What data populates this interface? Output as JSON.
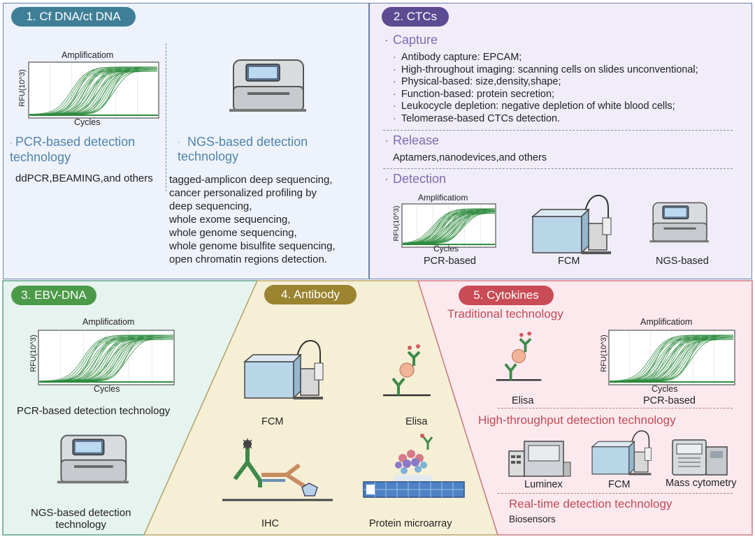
{
  "panel1": {
    "badge": "1. Cf DNA/ct DNA",
    "chart_title": "Amplificatiom",
    "chart_ylabel": "RFU(10^3)",
    "chart_xlabel": "Cycles",
    "pcr_heading": "PCR-based detection technology",
    "pcr_body": "ddPCR,BEAMING,and others",
    "ngs_heading": "NGS-based detection technology",
    "ngs_lines": [
      "tagged-amplicon deep sequencing,",
      "cancer personalized profiling by",
      "deep sequencing,",
      "whole exome sequencing,",
      "whole genome sequencing,",
      "whole genome bisulfite sequencing,",
      "open chromatin regions detection."
    ]
  },
  "panel2": {
    "badge": "2. CTCs",
    "capture_heading": "Capture",
    "capture_items": [
      "Antibody capture: EPCAM;",
      "High-throughout imaging: scanning cells on slides unconventional;",
      "Physical-based: size,density,shape;",
      "Function-based: protein secretion;",
      "Leukocycle depletion: negative depletion of white blood cells;",
      "Telomerase-based CTCs detection."
    ],
    "release_heading": "Release",
    "release_body": "Aptamers,nanodevices,and others",
    "detection_heading": "Detection",
    "chart_title": "Amplificatiom",
    "chart_ylabel": "RFU(10^3)",
    "chart_xlabel": "Cycles",
    "labels": [
      "PCR-based",
      "FCM",
      "NGS-based"
    ]
  },
  "panel3": {
    "badge": "3. EBV-DNA",
    "chart_title": "Amplificatiom",
    "chart_ylabel": "RFU(10^3)",
    "chart_xlabel": "Cycles",
    "pcr_label": "PCR-based detection technology",
    "ngs_label_1": "NGS-based detection",
    "ngs_label_2": "technology"
  },
  "panel4": {
    "badge": "4. Antibody",
    "labels": [
      "FCM",
      "Elisa",
      "IHC",
      "Protein microarray"
    ]
  },
  "panel5": {
    "badge": "5. Cytokines",
    "traditional_heading": "Traditional technology",
    "elisa_label": "Elisa",
    "chart_title": "Amplificatiom",
    "chart_ylabel": "RFU(10^3)",
    "chart_xlabel": "Cycles",
    "pcr_label": "PCR-based",
    "high_heading": "High-throughput detection technology",
    "high_labels": [
      "Luminex",
      "FCM",
      "Mass cytometry"
    ],
    "realtime_heading": "Real-time detection technology",
    "realtime_body": "Biosensors"
  },
  "colors": {
    "panel1_bg": "#eef2fb",
    "panel2_bg": "#f0edf8",
    "panel3_bg": "#e7f3ee",
    "panel4_bg": "#f5efd6",
    "panel5_bg": "#fbe9ee",
    "curve_green": "#2e8b3e"
  },
  "icons": [
    "amplification-chart-icon",
    "sequencer-icon",
    "flow-cytometer-icon",
    "elisa-antibody-icon",
    "ihc-antibody-icon",
    "protein-microarray-icon",
    "luminex-icon",
    "mass-cytometer-icon"
  ]
}
